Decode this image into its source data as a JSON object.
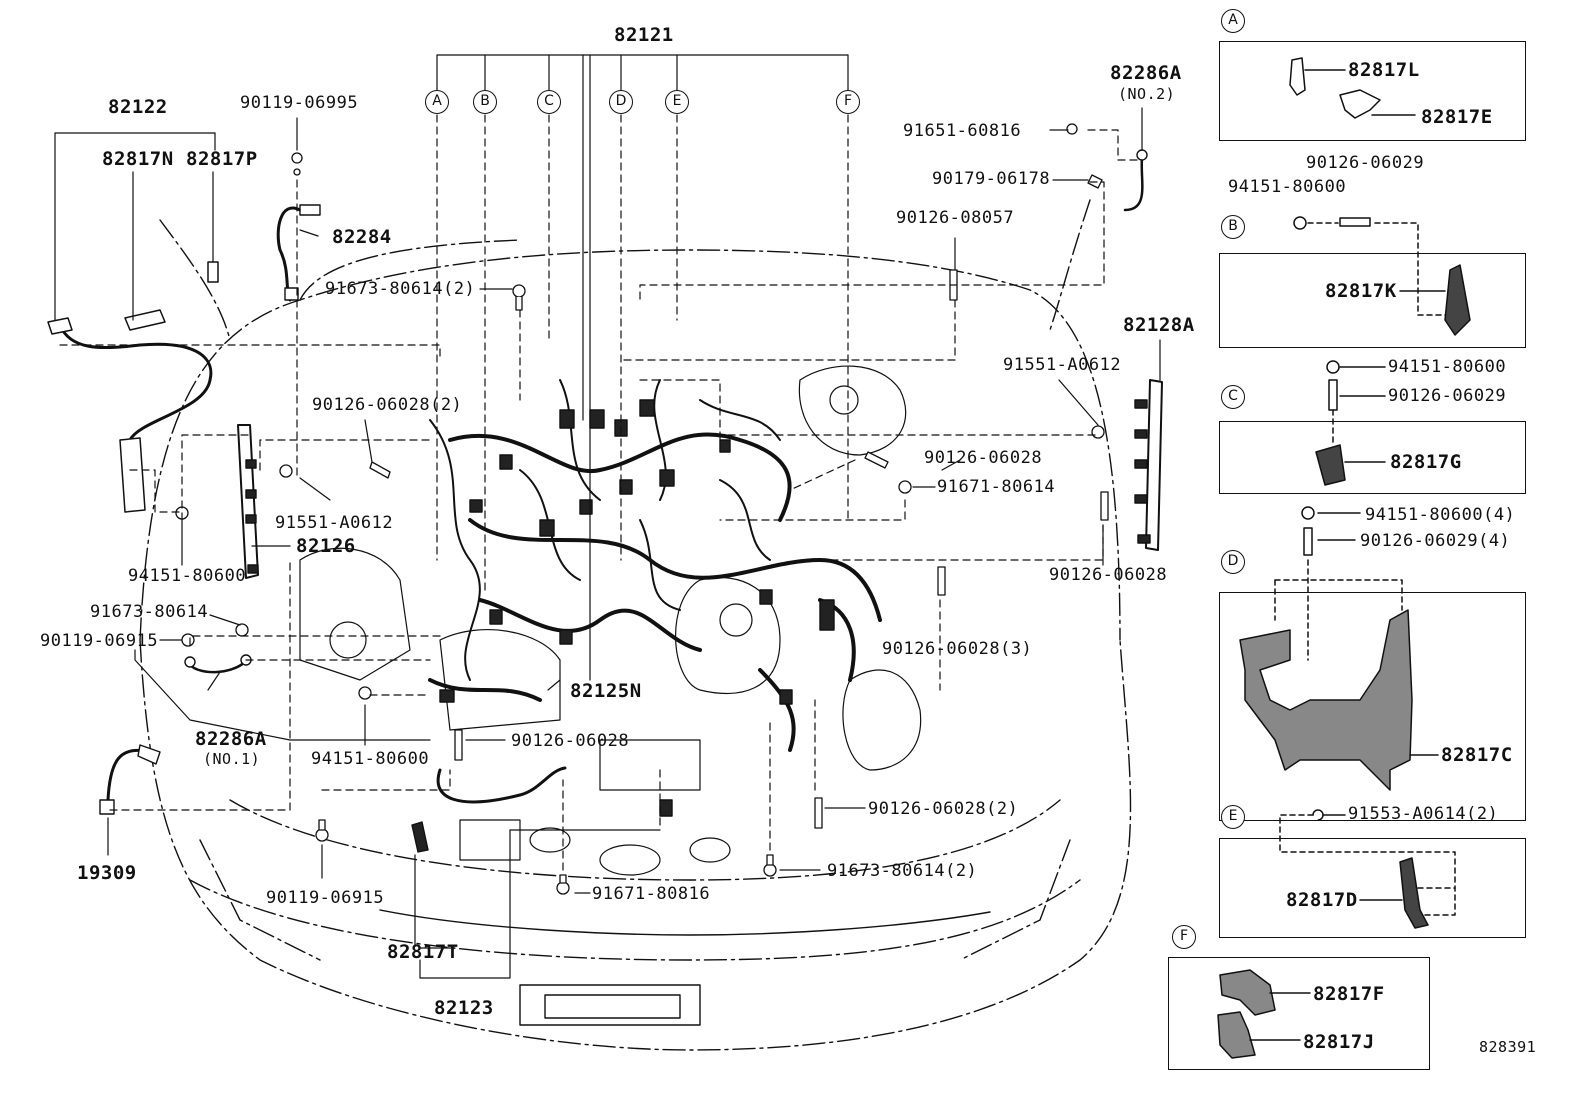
{
  "diagram_id": "828391",
  "callouts": {
    "top_harness": "82121",
    "left_harness": "82122",
    "n": "82817N",
    "p": "82817P",
    "bolt_90119_06995": "90119-06995",
    "p82284": "82284",
    "bolt_91673_80614_2_top": "91673-80614(2)",
    "stud_90126_06028_2_left": "90126-06028(2)",
    "bolt_91551_A0612_left": "91551-A0612",
    "p82126": "82126",
    "nut_94151_80600_left": "94151-80600",
    "bolt_91673_80614": "91673-80614",
    "bolt_90119_06915_left": "90119-06915",
    "p82286A_no1": "82286A",
    "no1": "(NO.1)",
    "p19309": "19309",
    "nut_94151_80600_mid": "94151-80600",
    "stud_90126_06028_mid": "90126-06028",
    "p82125N": "82125N",
    "bolt_90119_06915_bottom": "90119-06915",
    "p82817T": "82817T",
    "p82123": "82123",
    "bolt_91671_80816": "91671-80816",
    "bolt_91673_80614_2_bottom": "91673-80614(2)",
    "stud_90126_06028_2_right": "90126-06028(2)",
    "stud_90126_06028_3": "90126-06028(3)",
    "stud_90126_06028_upper": "90126-06028",
    "bolt_91671_80614": "91671-80614",
    "stud_90126_06028_right": "90126-06028",
    "bolt_91551_A0612_right": "91551-A0612",
    "p82128A": "82128A",
    "stud_90126_08057": "90126-08057",
    "nut_90179_06178": "90179-06178",
    "bolt_91651_60816": "91651-60816",
    "p82286A_no2": "82286A",
    "no2": "(NO.2)"
  },
  "markers": [
    "A",
    "B",
    "C",
    "D",
    "E",
    "F"
  ],
  "panels": {
    "A": {
      "letter": "A",
      "parts": [
        "82817L",
        "82817E"
      ]
    },
    "B": {
      "letter": "B",
      "parts": [
        "94151-80600",
        "90126-06029",
        "82817K"
      ]
    },
    "C": {
      "letter": "C",
      "parts": [
        "94151-80600",
        "90126-06029",
        "82817G"
      ]
    },
    "D": {
      "letter": "D",
      "parts": [
        "94151-80600(4)",
        "90126-06029(4)",
        "82817C"
      ]
    },
    "E": {
      "letter": "E",
      "parts": [
        "91553-A0614(2)",
        "82817D"
      ]
    },
    "F": {
      "letter": "F",
      "parts": [
        "82817F",
        "82817J"
      ]
    }
  }
}
